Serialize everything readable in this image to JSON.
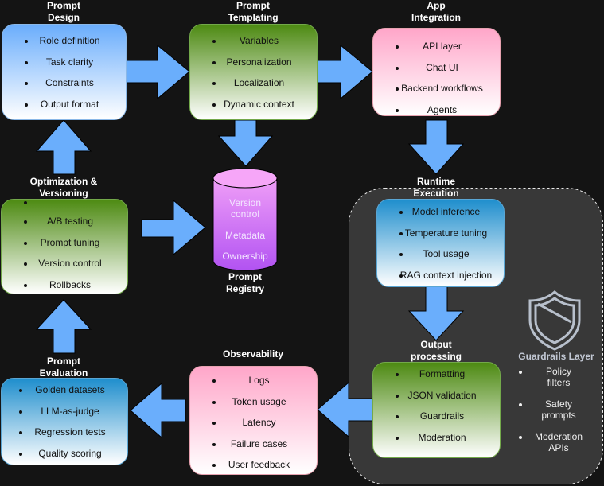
{
  "diagram": {
    "arrow_color": "#6aaefc",
    "stages": {
      "prompt_design": {
        "title": "Prompt\nDesign",
        "items": [
          "Role definition",
          "Task clarity",
          "Constraints",
          "Output format"
        ]
      },
      "prompt_templating": {
        "title": "Prompt\nTemplating",
        "items": [
          "Variables",
          "Personalization",
          "Localization",
          "Dynamic context"
        ]
      },
      "app_integration": {
        "title": "App\nIntegration",
        "items": [
          "API layer",
          "Chat UI",
          "Backend workflows",
          "Agents"
        ]
      },
      "optimization_versioning": {
        "title": "Optimization &\nVersioning",
        "items": [
          "",
          "A/B testing",
          "Prompt tuning",
          "Version control",
          "Rollbacks"
        ]
      },
      "prompt_registry": {
        "title": "Prompt\nRegistry",
        "items": [
          "Version\ncontrol",
          "Metadata",
          "Ownership"
        ]
      },
      "runtime_execution": {
        "title": "Runtime\nExecution",
        "items": [
          "Model inference",
          "Temperature tuning",
          "Tool usage",
          "RAG context injection"
        ]
      },
      "output_processing": {
        "title": "Output\nprocessing",
        "items": [
          "Formatting",
          "JSON validation",
          "Guardrails",
          "Moderation"
        ]
      },
      "observability": {
        "title": "Observability",
        "items": [
          "Logs",
          "Token usage",
          "Latency",
          "Failure cases",
          "User feedback"
        ]
      },
      "prompt_evaluation": {
        "title": "Prompt\nEvaluation",
        "items": [
          "Golden datasets",
          "LLM-as-judge",
          "Regression tests",
          "Quality scoring"
        ]
      }
    },
    "guardrails": {
      "icon": "shield-icon",
      "title": "Guardrails Layer",
      "items": [
        "Policy\nfilters",
        "Safety\nprompts",
        "Moderation\nAPIs"
      ]
    }
  }
}
